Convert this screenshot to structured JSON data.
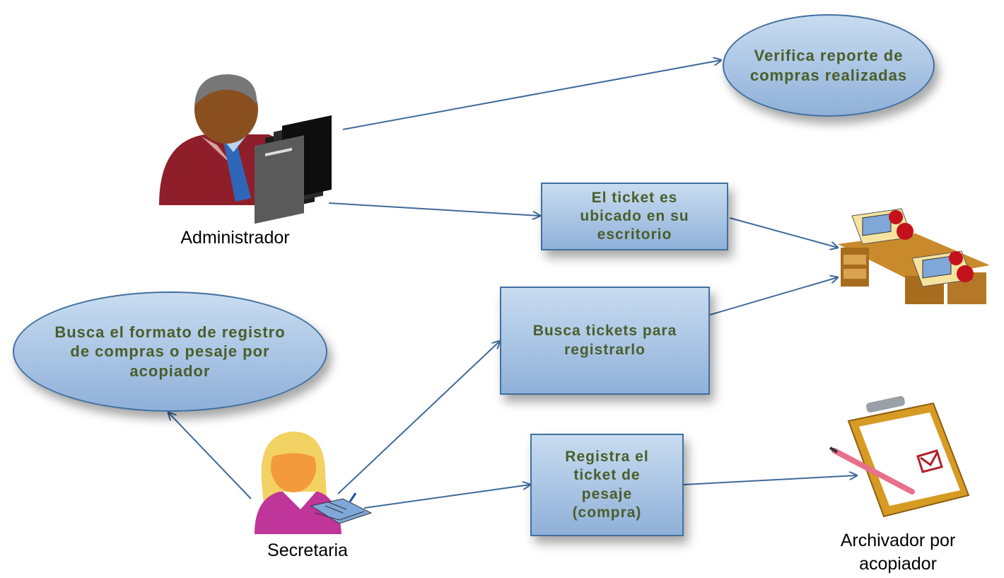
{
  "actors": {
    "admin": "Administrador",
    "secretary": "Secretaria",
    "archive": "Archivador por acopiador"
  },
  "nodes": {
    "verify": "Verifica reporte de compras realizadas",
    "desk_ticket": "El ticket es ubicado en su escritorio",
    "search_format": "Busca el formato de registro de compras o pesaje por acopiador",
    "search_tickets": "Busca tickets para registrarlo",
    "register": "Registra el ticket de pesaje (compra)"
  },
  "colors": {
    "node_fill": "#a9c4e4",
    "node_border": "#41709f",
    "node_text": "#4a5e2a",
    "arrow": "#3f6a9a"
  },
  "icons": [
    "administrator-icon",
    "secretary-icon",
    "desk-icon",
    "clipboard-icon"
  ]
}
